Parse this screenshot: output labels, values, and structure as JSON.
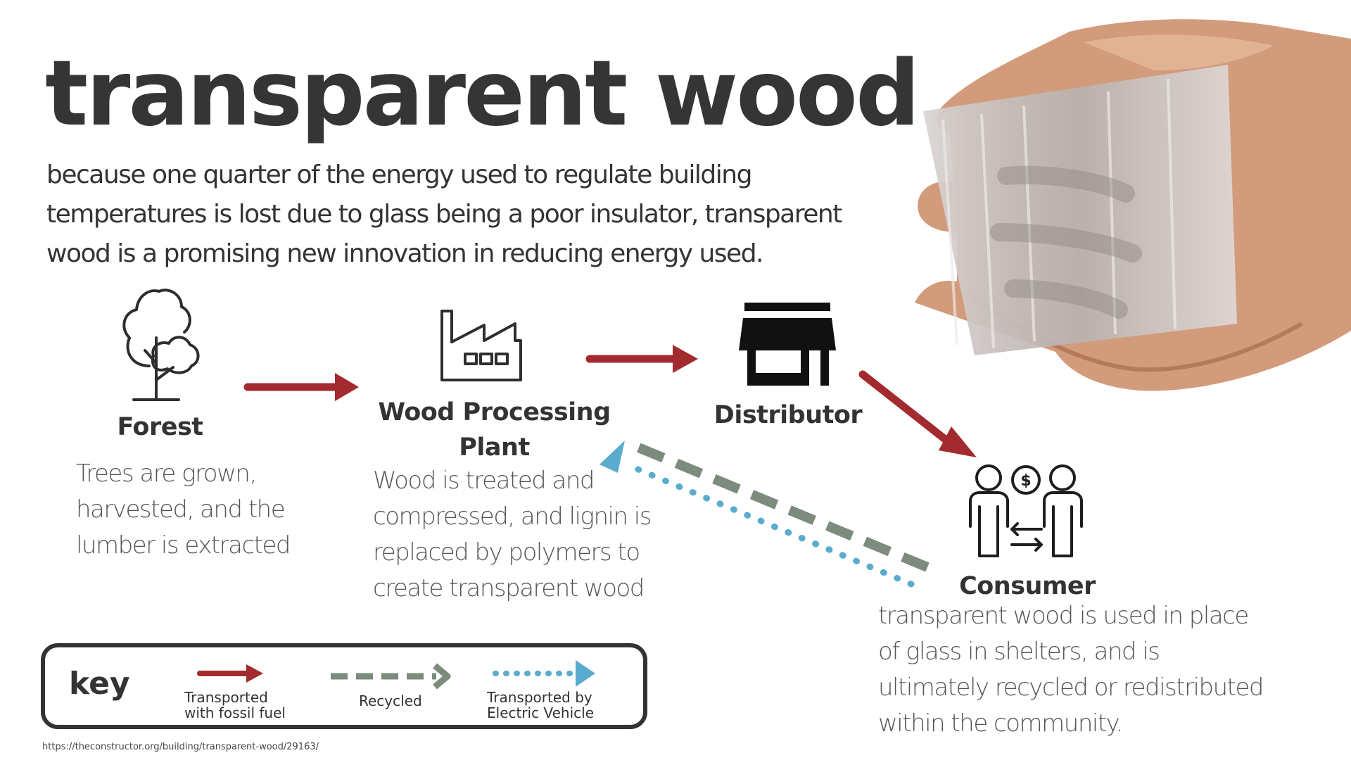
{
  "header": {
    "title": "transparent wood",
    "subtitle": "because one quarter of the energy used to regulate building temperatures is lost due to glass being a poor insulator, transparent wood is a promising new innovation in reducing energy used."
  },
  "nodes": {
    "forest": {
      "label": "Forest",
      "desc_lines": [
        "Trees are grown,",
        "harvested, and the",
        "lumber  is extracted"
      ],
      "icon": "tree-icon"
    },
    "wood_processing_plant": {
      "label_lines": [
        "Wood Processing",
        "Plant"
      ],
      "desc_lines": [
        "Wood is treated and",
        "compressed, and lignin is",
        "replaced by polymers to",
        "create transparent wood"
      ],
      "icon": "factory-icon"
    },
    "distributor": {
      "label": "Distributor",
      "icon": "storefront-icon"
    },
    "consumer": {
      "label": "Consumer",
      "desc_lines": [
        "transparent wood is used in place",
        "of glass in shelters, and is",
        "ultimately recycled or redistributed",
        "within the community."
      ],
      "icon": "people-exchange-icon"
    }
  },
  "key": {
    "title": "key",
    "fossil_label_lines": [
      "Transported",
      "with fossil fuel"
    ],
    "recycled_label": "Recycled",
    "ev_label_lines": [
      "Transported by",
      "Electric Vehicle"
    ]
  },
  "colors": {
    "fossil_fuel": "#a32a2e",
    "recycled": "#7b8b7c",
    "electric_vehicle": "#5aaccf",
    "text_dark": "#353535"
  },
  "source": "https://theconstructor.org/building/transparent-wood/29163/"
}
